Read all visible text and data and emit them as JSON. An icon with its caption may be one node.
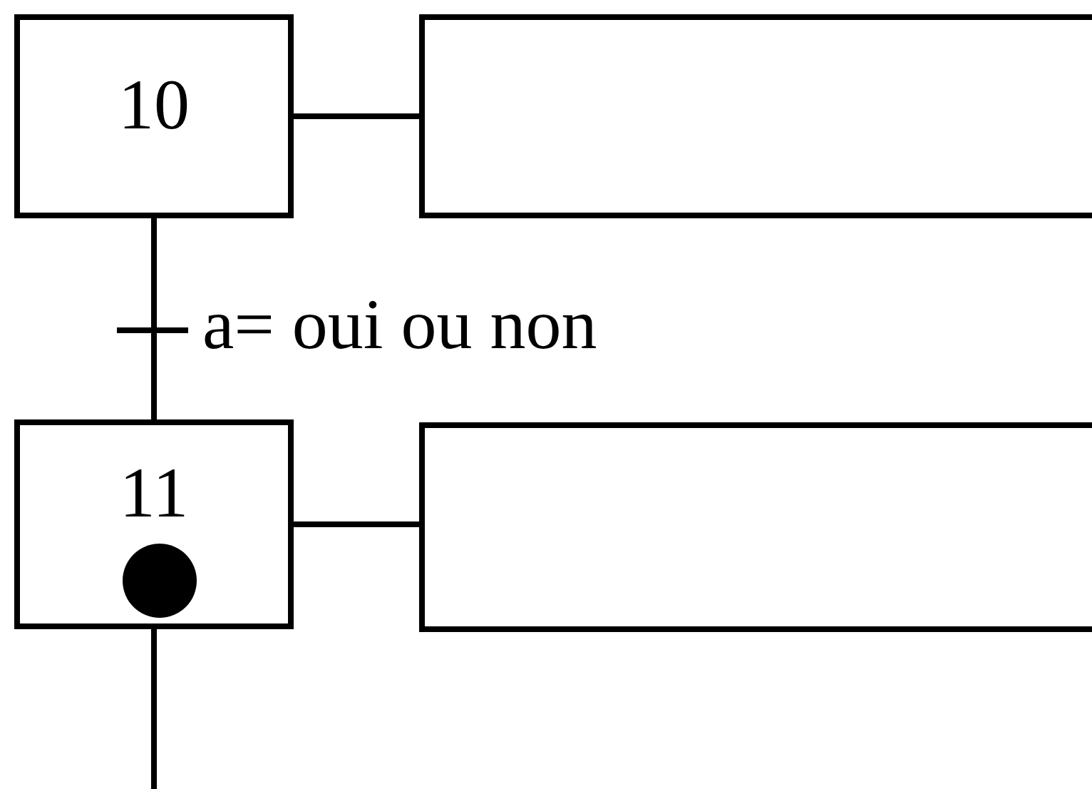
{
  "diagram": {
    "nodes": [
      {
        "text": [
          "10"
        ]
      },
      {
        "text": [],
        "shape": "box"
      },
      {
        "text": [
          "11"
        ]
      },
      {
        "text": [],
        "shape": "box"
      }
    ],
    "edges": [
      {
        "from": 0,
        "to": 1,
        "arrow": "none"
      },
      {
        "from": 0,
        "to": 2,
        "arrow": "none",
        "label": "a= oui ou non"
      },
      {
        "from": 2,
        "to": 3,
        "arrow": "none"
      },
      {
        "from": 2,
        "to": null,
        "arrow": "none"
      }
    ]
  }
}
